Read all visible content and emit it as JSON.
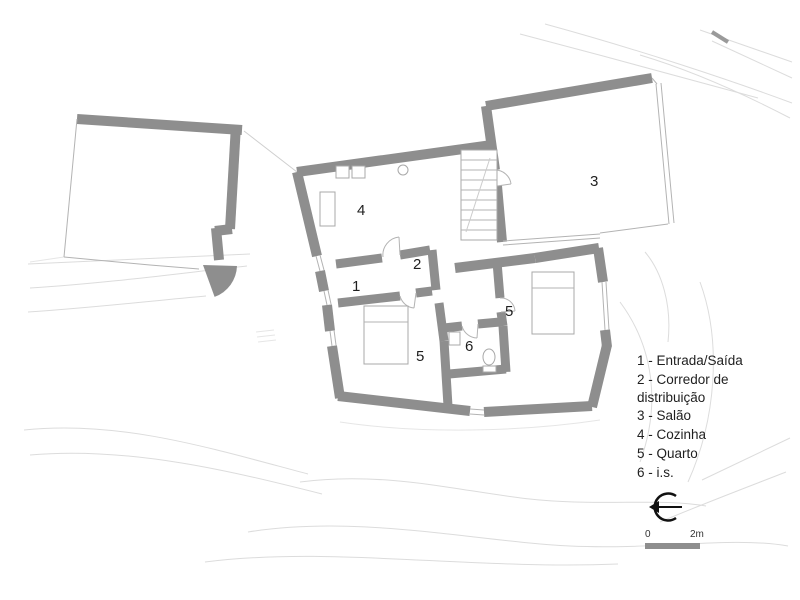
{
  "plan": {
    "room_labels": [
      {
        "id": "entrance",
        "label": "1"
      },
      {
        "id": "corridor",
        "label": "2"
      },
      {
        "id": "salon",
        "label": "3"
      },
      {
        "id": "kitchen",
        "label": "4"
      },
      {
        "id": "bedroom-right",
        "label": "5"
      },
      {
        "id": "bedroom-left",
        "label": "5"
      },
      {
        "id": "bathroom",
        "label": "6"
      }
    ]
  },
  "legend": {
    "items": [
      "1 - Entrada/Saída",
      "2 - Corredor de distribuição",
      "3 - Salão",
      "4 - Cozinha",
      "5 - Quarto",
      "6 - i.s."
    ]
  },
  "scale_bar": {
    "zero_label": "0",
    "end_label": "2m"
  },
  "colors": {
    "wall_gray": "#8e8e8e",
    "thin_line": "#b3b3b3",
    "terrain_line": "#dcdcdc",
    "text": "#1f1f1f"
  }
}
